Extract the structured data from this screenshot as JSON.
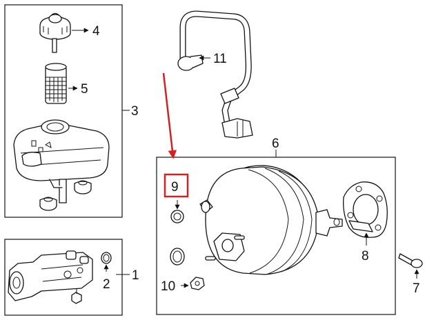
{
  "callouts": {
    "c1": "1",
    "c2": "2",
    "c3": "3",
    "c4": "4",
    "c5": "5",
    "c6": "6",
    "c7": "7",
    "c8": "8",
    "c9": "9",
    "c10": "10",
    "c11": "11"
  },
  "highlight": {
    "callout": "9",
    "color": "#d42020"
  },
  "line_color": "#111111"
}
